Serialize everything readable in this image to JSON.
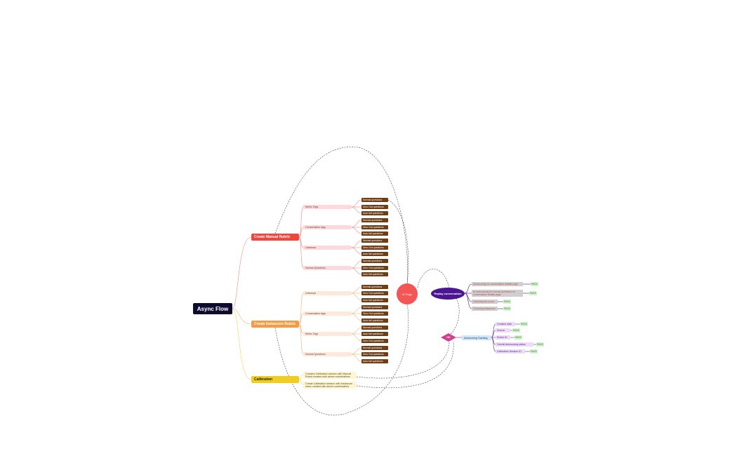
{
  "root": "Async Flow",
  "branches": {
    "manual": "Create Manual Rubric",
    "instascore": "Create Instascore Rubric",
    "calibration": "Calibration"
  },
  "manual_subs": [
    "Metric Tags",
    "Conversation tags",
    "Universal",
    "Normal Questions"
  ],
  "instascore_subs": [
    "Universal",
    "Conversation tags",
    "Metric Tags",
    "Normal Questions"
  ],
  "leaves": [
    "Normal questions",
    "Zero Out questions",
    "Auto fail questions"
  ],
  "calibration_subs": [
    "Creation Calibration session with Manual Rubric created with above combinations",
    "Create Calibration session with Instascore rubric created with above combinations"
  ],
  "ai_page": "AI Page",
  "replay": "Replay conversation",
  "replay_items": [
    "Autoscoring on conversation details page",
    "AI autoscoring for normal questions on conversation details page",
    "Checking the score",
    "Checking Instascore"
  ],
  "ok": "OK",
  "tracking": "Autoscoring Tracking",
  "tracking_items": [
    "Creation date",
    "Source",
    "Rubric ID",
    "Overall Autoscoring status",
    "Calibration Session ID"
  ],
  "pass": "PASS"
}
